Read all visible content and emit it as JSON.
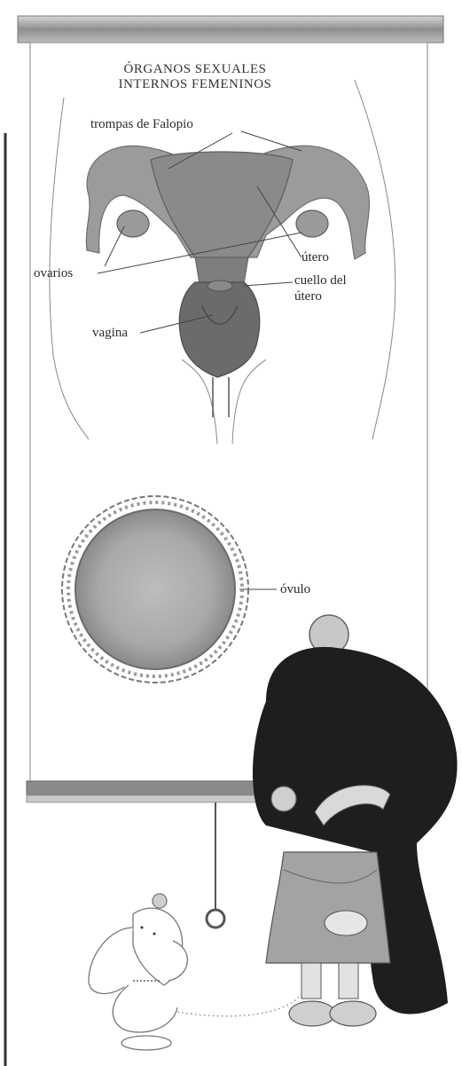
{
  "poster": {
    "title_line_1": "ÓRGANOS SEXUALES",
    "title_line_2": "INTERNOS FEMENINOS"
  },
  "labels": {
    "fallopian_tubes": "trompas de Falopio",
    "ovaries": "ovarios",
    "uterus": "útero",
    "cervix_line_1": "cuello del",
    "cervix_line_2": "útero",
    "vagina": "vagina",
    "ovum": "óvulo"
  },
  "colors": {
    "organ_fill": "#8f8f8f",
    "organ_dark": "#5a5a5a",
    "hair": "#1e1e1e",
    "roller": "#9a9a9a"
  }
}
